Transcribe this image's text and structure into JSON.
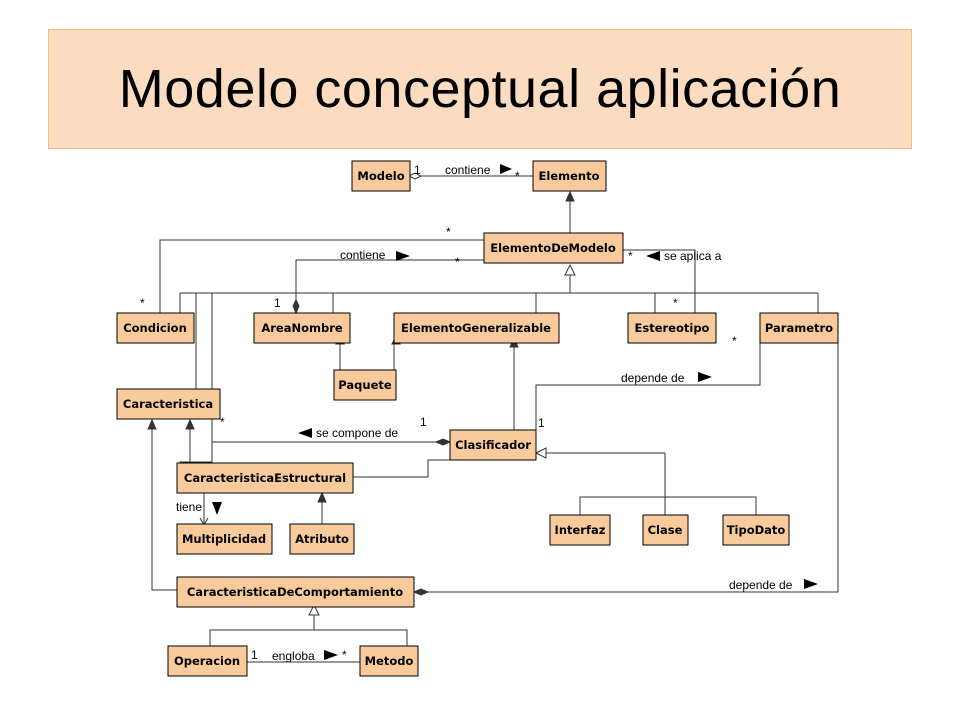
{
  "title": "Modelo conceptual aplicación",
  "classes": {
    "modelo": "Modelo",
    "elemento": "Elemento",
    "elemento_de_modelo": "ElementoDeModelo",
    "condicion": "Condicion",
    "area_nombre": "AreaNombre",
    "elemento_generalizable": "ElementoGeneralizable",
    "estereotipo": "Estereotipo",
    "parametro": "Parametro",
    "paquete": "Paquete",
    "caracteristica": "Caracteristica",
    "clasificador": "Clasificador",
    "caracteristica_estructural": "CaracteristicaEstructural",
    "multiplicidad": "Multiplicidad",
    "atributo": "Atributo",
    "interfaz": "Interfaz",
    "clase": "Clase",
    "tipo_dato": "TipoDato",
    "caracteristica_de_comportamiento": "CaracteristicaDeComportamiento",
    "operacion": "Operacion",
    "metodo": "Metodo"
  },
  "associations": {
    "contiene_1": "contiene",
    "contiene_2": "contiene",
    "se_aplica_a": "se aplica a",
    "depende_de_1": "depende de",
    "se_compone_de": "se compone de",
    "tiene": "tiene",
    "depende_de_2": "depende de",
    "engloba": "engloba"
  },
  "multiplicities": {
    "modelo_one": "1",
    "elemento_many": "*",
    "condicion_top_many": "*",
    "areanombre_many": "*",
    "se_aplica_many": "*",
    "condicion_many": "*",
    "areanombre_one": "1",
    "estereotipo_many": "*",
    "parametro_many": "*",
    "caracteristica_many": "*",
    "compone_one": "1",
    "clasificador_one": "1",
    "operacion_one": "1",
    "metodo_many": "*"
  }
}
